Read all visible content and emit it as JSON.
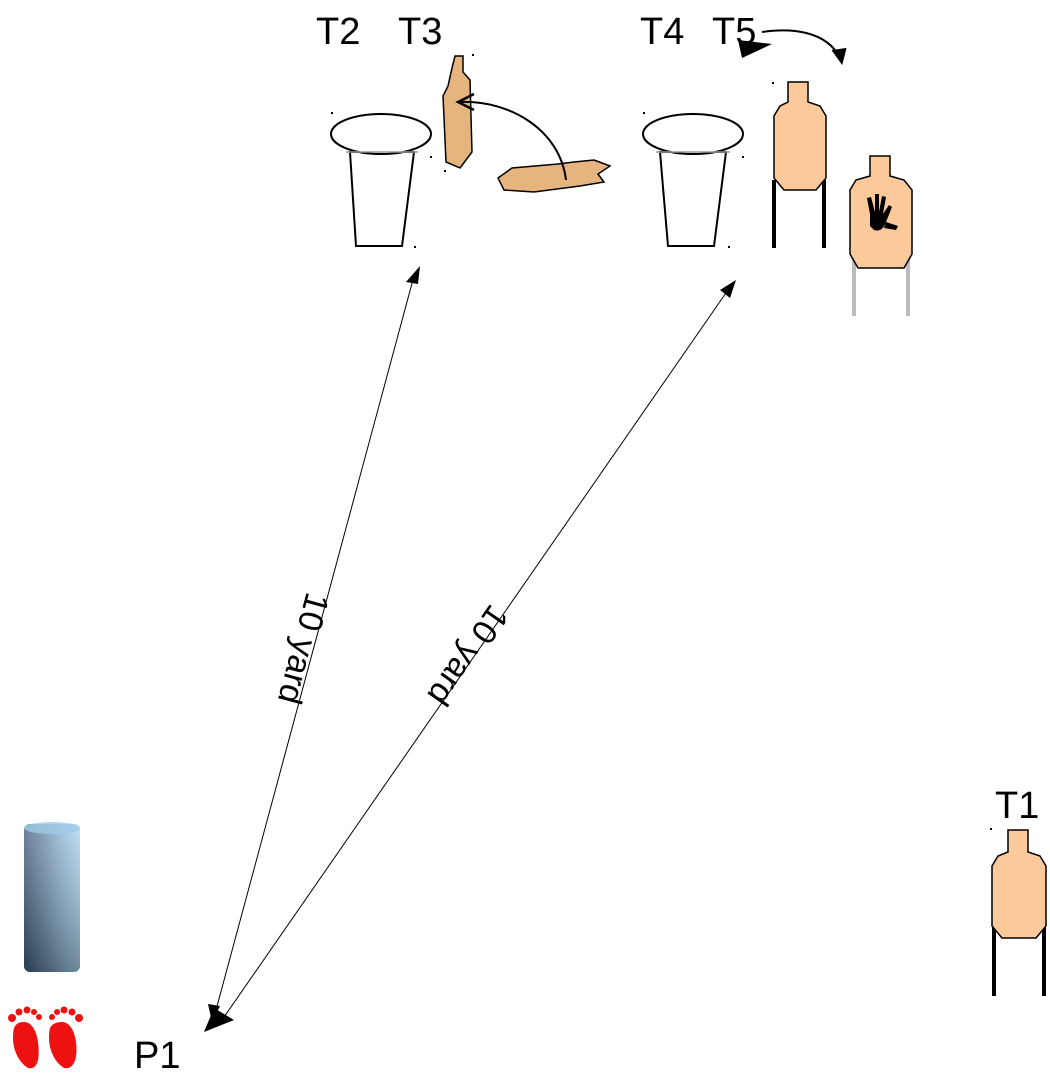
{
  "diagram": {
    "targets": [
      {
        "id": "T1",
        "label": "T1"
      },
      {
        "id": "T2",
        "label": "T2"
      },
      {
        "id": "T3",
        "label": "T3"
      },
      {
        "id": "T4",
        "label": "T4"
      },
      {
        "id": "T5",
        "label": "T5"
      }
    ],
    "position": {
      "label": "P1"
    },
    "distances": [
      {
        "from": "P1",
        "to": "T2",
        "label": "10 yard"
      },
      {
        "from": "P1",
        "to": "T4",
        "label": "10 yard"
      }
    ],
    "no_shoot_target": "T5",
    "colors": {
      "target_fill": "#FBC99A",
      "swinger_fill": "#E6B47E",
      "footprint": "#EE1111",
      "barrel_top": "#8FC4E8",
      "barrel_bottom": "#2F4A66"
    },
    "icons": [
      "barrel-icon",
      "footprints-icon",
      "hand-icon",
      "drum-icon"
    ]
  }
}
